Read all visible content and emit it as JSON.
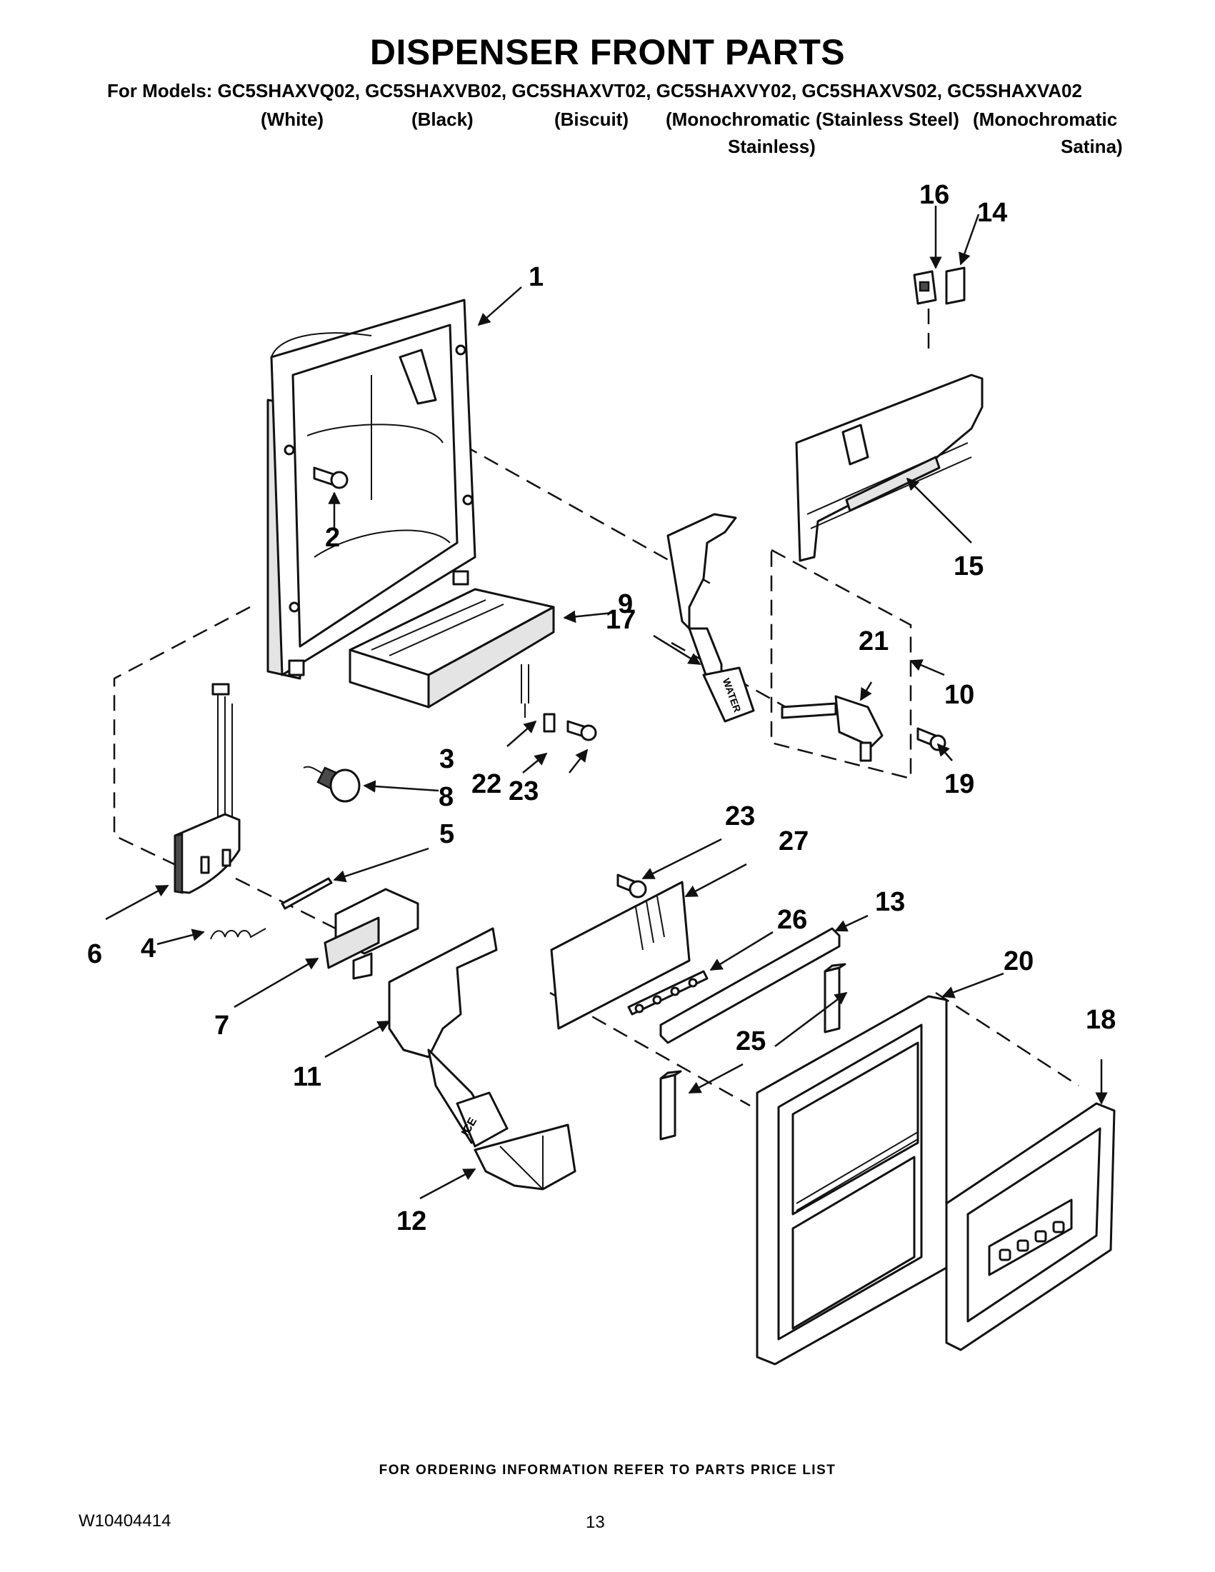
{
  "title": "DISPENSER FRONT PARTS",
  "models_line": "For Models: GC5SHAXVQ02, GC5SHAXVB02, GC5SHAXVT02, GC5SHAXVY02, GC5SHAXVS02, GC5SHAXVA02",
  "colors": {
    "white": "(White)",
    "black": "(Black)",
    "biscuit": "(Biscuit)",
    "mono_stainless_1": "(Monochromatic",
    "mono_stainless_2": "Stainless)",
    "stainless_steel": "(Stainless Steel)",
    "mono_satina_1": "(Monochromatic",
    "mono_satina_2": "Satina)"
  },
  "callouts": {
    "c1": "1",
    "c2": "2",
    "c3": "3",
    "c4": "4",
    "c5": "5",
    "c6": "6",
    "c7": "7",
    "c8": "8",
    "c9": "9",
    "c10": "10",
    "c11": "11",
    "c12": "12",
    "c13": "13",
    "c14": "14",
    "c15": "15",
    "c16": "16",
    "c17": "17",
    "c18": "18",
    "c19": "19",
    "c20": "20",
    "c21": "21",
    "c22": "22",
    "c23a": "23",
    "c23b": "23",
    "c25": "25",
    "c26": "26",
    "c27": "27"
  },
  "part_labels": {
    "water_pad": "WATER",
    "ice_pad": "ICE"
  },
  "footer": "FOR ORDERING INFORMATION REFER TO PARTS PRICE LIST",
  "document_number": "W10404414",
  "page_number": "13"
}
